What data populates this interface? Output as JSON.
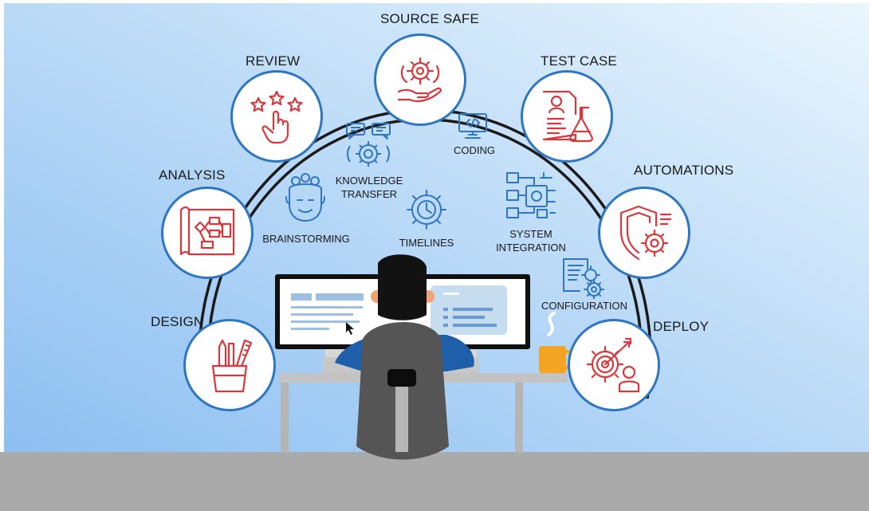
{
  "stages": [
    {
      "id": "source-safe",
      "label": "SOURCE SAFE",
      "icon": "gear-in-hand-icon"
    },
    {
      "id": "review",
      "label": "REVIEW",
      "icon": "stars-pointer-icon"
    },
    {
      "id": "test-case",
      "label": "TEST CASE",
      "icon": "document-flask-icon"
    },
    {
      "id": "analysis",
      "label": "ANALYSIS",
      "icon": "flowchart-icon"
    },
    {
      "id": "automations",
      "label": "AUTOMATIONS",
      "icon": "shield-gear-icon"
    },
    {
      "id": "design",
      "label": "DESIGN",
      "icon": "pencil-cup-icon"
    },
    {
      "id": "deploy",
      "label": "DEPLOY",
      "icon": "target-person-icon"
    }
  ],
  "activities": {
    "knowledge_transfer": {
      "line1": "KNOWLEDGE",
      "line2": "TRANSFER",
      "icon": "gear-chat-icon"
    },
    "coding": {
      "label": "CODING",
      "icon": "code-monitor-icon"
    },
    "brainstorming": {
      "label": "BRAINSTORMING",
      "icon": "head-gears-icon"
    },
    "timelines": {
      "label": "TIMELINES",
      "icon": "clock-gear-icon"
    },
    "system_integration": {
      "line1": "SYSTEM",
      "line2": "INTEGRATION",
      "icon": "chip-network-icon"
    },
    "configuration": {
      "label": "CONFIGURATION",
      "icon": "document-gears-icon"
    }
  },
  "colors": {
    "icon_red": "#d8383b",
    "icon_blue": "#2f76c2",
    "ring_border": "#2f76c2",
    "ring_track": "#1a1a1a",
    "mug": "#f4a423",
    "floor": "#aaaaaa"
  }
}
